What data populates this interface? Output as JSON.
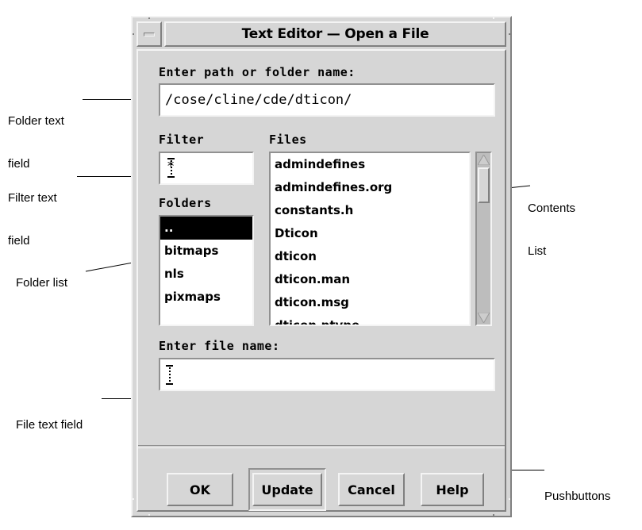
{
  "window": {
    "title": "Text Editor — Open a File",
    "minimize_icon": "minimize-icon"
  },
  "path_field": {
    "label": "Enter path or folder name:",
    "value": "/cose/cline/cde/dticon/",
    "placeholder": ""
  },
  "filter": {
    "label": "Filter",
    "value": "*",
    "placeholder": ""
  },
  "folders": {
    "label": "Folders",
    "items": [
      {
        "name": "..",
        "selected": true
      },
      {
        "name": "bitmaps",
        "selected": false
      },
      {
        "name": "nls",
        "selected": false
      },
      {
        "name": "pixmaps",
        "selected": false
      }
    ]
  },
  "files": {
    "label": "Files",
    "items": [
      {
        "name": "admindefines",
        "selected": false
      },
      {
        "name": "admindefines.org",
        "selected": false
      },
      {
        "name": "constants.h",
        "selected": false
      },
      {
        "name": "Dticon",
        "selected": false
      },
      {
        "name": "dticon",
        "selected": false
      },
      {
        "name": "dticon.man",
        "selected": false
      },
      {
        "name": "dticon.msg",
        "selected": false
      },
      {
        "name": "dticon.ptype",
        "selected": false
      }
    ],
    "scrollbar": {
      "up_arrow_icon": "scroll-up-arrow-icon",
      "down_arrow_icon": "scroll-down-arrow-icon"
    }
  },
  "file_field": {
    "label": "Enter file name:",
    "value": "",
    "placeholder": ""
  },
  "buttons": [
    {
      "label": "OK",
      "name": "ok-button",
      "default": false
    },
    {
      "label": "Update",
      "name": "update-button",
      "default": true
    },
    {
      "label": "Cancel",
      "name": "cancel-button",
      "default": false
    },
    {
      "label": "Help",
      "name": "help-button",
      "default": false
    }
  ],
  "annotations": [
    {
      "id": "folder-text-field",
      "line1": "Folder text",
      "line2": "field"
    },
    {
      "id": "filter-text-field",
      "line1": "Filter text",
      "line2": "field"
    },
    {
      "id": "folder-list",
      "line1": "Folder list",
      "line2": ""
    },
    {
      "id": "file-text-field",
      "line1": "File text field",
      "line2": ""
    },
    {
      "id": "contents-list",
      "line1": "Contents",
      "line2": "List"
    },
    {
      "id": "pushbuttons",
      "line1": "Pushbuttons",
      "line2": ""
    }
  ],
  "colors": {
    "face": "#d6d6d6",
    "light": "#f4f4f4",
    "shadow": "#808080",
    "field_bg": "#ffffff",
    "selection_bg": "#000000",
    "selection_fg": "#ffffff",
    "text": "#000000",
    "page_bg": "#ffffff"
  }
}
